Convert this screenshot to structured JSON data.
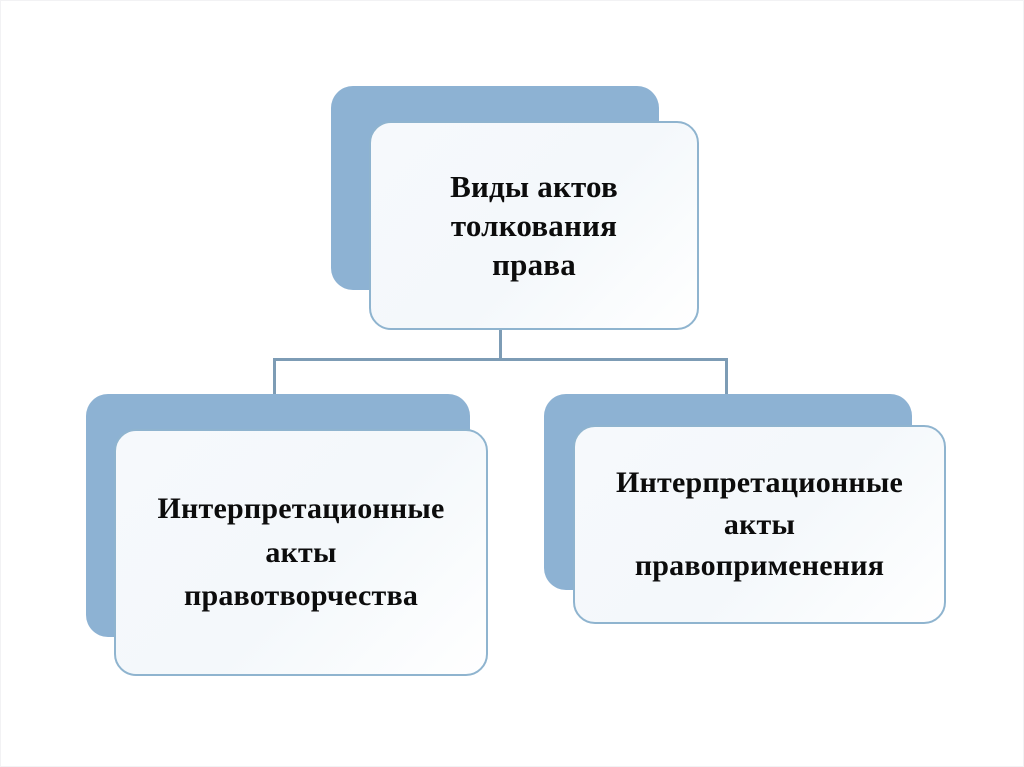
{
  "slide": {
    "background_color": "#ffffff",
    "accent_color": "#8db2d3",
    "border_color": "#8fb4cf",
    "connector_color": "#7d9cb5",
    "text_color": "#0c0c0c"
  },
  "diagram": {
    "type": "hierarchy",
    "root": {
      "id": "root",
      "label": "Виды актов\nтолкования\nправа"
    },
    "children": [
      {
        "id": "left",
        "label": "Интерпретационные\nакты\nправотворчества"
      },
      {
        "id": "right",
        "label": "Интерпретационные\nакты\nправоприменения"
      }
    ]
  }
}
